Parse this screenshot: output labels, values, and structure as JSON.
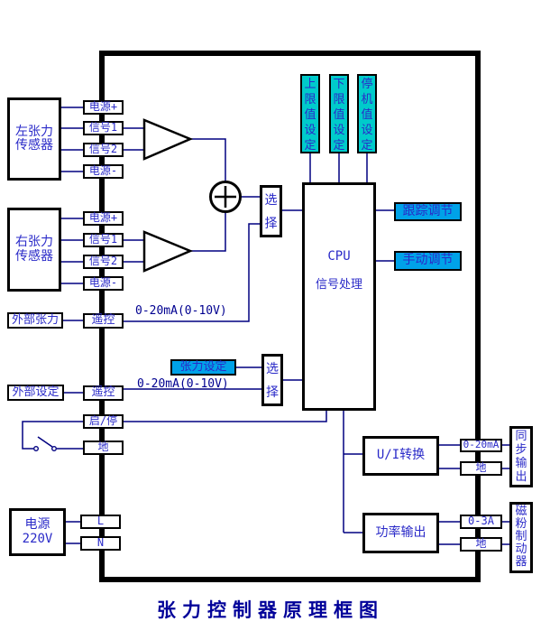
{
  "title": "张力控制器原理框图",
  "colors": {
    "wire": "#000080",
    "outline": "#000000",
    "turquoise": "#00cbcb",
    "azure": "#00a2e8",
    "label_blue": "#2a2ac8",
    "title_blue": "#000099"
  },
  "sensors": {
    "left": {
      "label": "左张力\n传感器",
      "terminals": [
        "电源+",
        "信号1",
        "信号2",
        "电源-"
      ]
    },
    "right": {
      "label": "右张力\n传感器",
      "terminals": [
        "电源+",
        "信号1",
        "信号2",
        "电源-"
      ]
    }
  },
  "external": {
    "tension_label": "外部张力",
    "setting_label": "外部设定",
    "remote_label": "遥控",
    "range_label": "0-20mA(0-10V)"
  },
  "control": {
    "start_stop": "启/停",
    "ground": "地"
  },
  "power_supply": {
    "label": "电源\n220V",
    "line": "L",
    "neutral": "N"
  },
  "settings": [
    "上限值设定",
    "下限值设定",
    "停机值设定"
  ],
  "selector": {
    "label": "选择"
  },
  "cpu": {
    "line1": "CPU",
    "line2": "信号处理"
  },
  "adjust": {
    "track": "跟踪调节",
    "manual": "手动调节",
    "tension_set": "张力设定"
  },
  "outputs": {
    "ui": {
      "label": "U/I转换",
      "current": "0-20mA",
      "ground": "地",
      "dest": "同步输出"
    },
    "power": {
      "label": "功率输出",
      "current": "0-3A",
      "ground": "地",
      "dest": "磁粉制动器"
    }
  }
}
